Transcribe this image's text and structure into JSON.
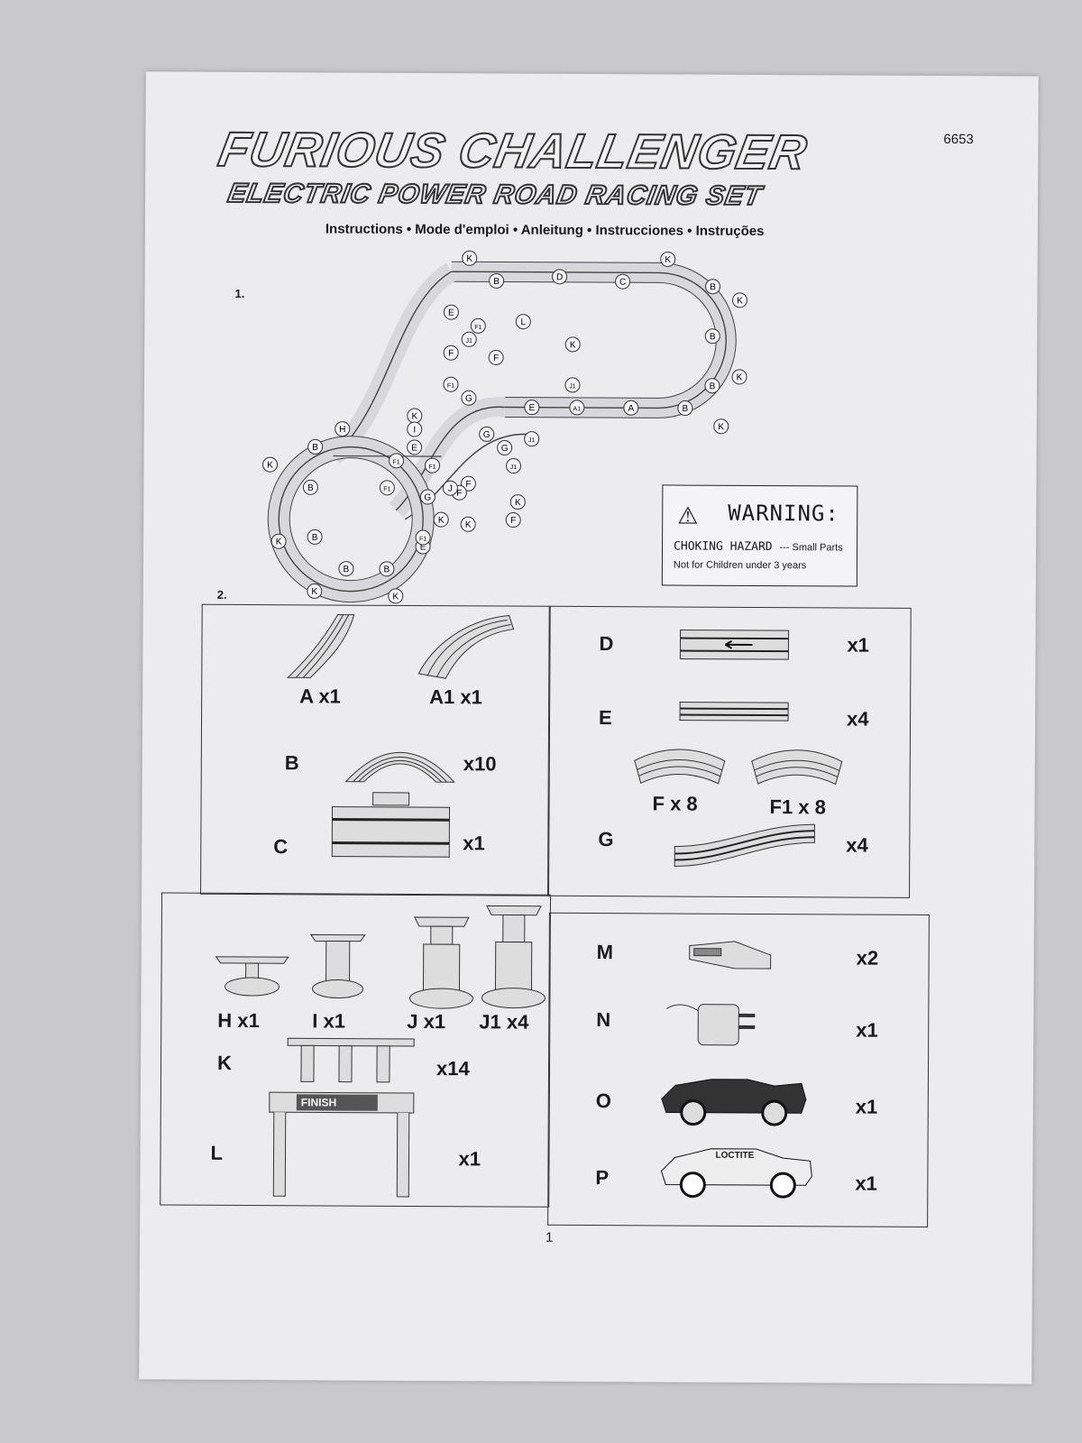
{
  "doc": {
    "code": "6653",
    "title_line1": "FURIOUS CHALLENGER",
    "title_line2": "ELECTRIC POWER ROAD RACING SET",
    "subtitle": "Instructions • Mode d'emploi • Anleitung • Instrucciones • Instruções",
    "step1": "1.",
    "step2": "2.",
    "page_number": "1"
  },
  "warning": {
    "icon": "warning-triangle-icon",
    "heading": "WARNING:",
    "line2_main": "CHOKING HAZARD",
    "line2_small": "--- Small Parts",
    "line3": "Not for Children under 3 years"
  },
  "parts": {
    "a": "A x1",
    "a1": "A1 x1",
    "b": "B",
    "b_qty": "x10",
    "c": "C",
    "c_qty": "x1",
    "d": "D",
    "d_qty": "x1",
    "e": "E",
    "e_qty": "x4",
    "f": "F x 8",
    "f1": "F1 x 8",
    "g": "G",
    "g_qty": "x4",
    "h": "H x1",
    "i": "I x1",
    "j": "J x1",
    "j1": "J1 x4",
    "k": "K",
    "k_qty": "x14",
    "l": "L",
    "l_qty": "x1",
    "finish": "FINISH",
    "m": "M",
    "m_qty": "x2",
    "n": "N",
    "n_qty": "x1",
    "o": "O",
    "o_qty": "x1",
    "p": "P",
    "p_qty": "x1",
    "loctite": "LOCTITE"
  },
  "track_labels": [
    "K",
    "K",
    "K",
    "K",
    "K",
    "K",
    "K",
    "K",
    "K",
    "K",
    "K",
    "K",
    "K",
    "K",
    "B",
    "B",
    "B",
    "B",
    "B",
    "B",
    "B",
    "B",
    "B",
    "B",
    "C",
    "D",
    "A",
    "A1",
    "E",
    "E",
    "E",
    "E",
    "F",
    "F",
    "F",
    "F",
    "F",
    "F1",
    "F1",
    "F1",
    "F1",
    "F1",
    "F1",
    "G",
    "G",
    "G",
    "G",
    "H",
    "I",
    "J",
    "J1",
    "J1",
    "J1",
    "J1",
    "L"
  ]
}
